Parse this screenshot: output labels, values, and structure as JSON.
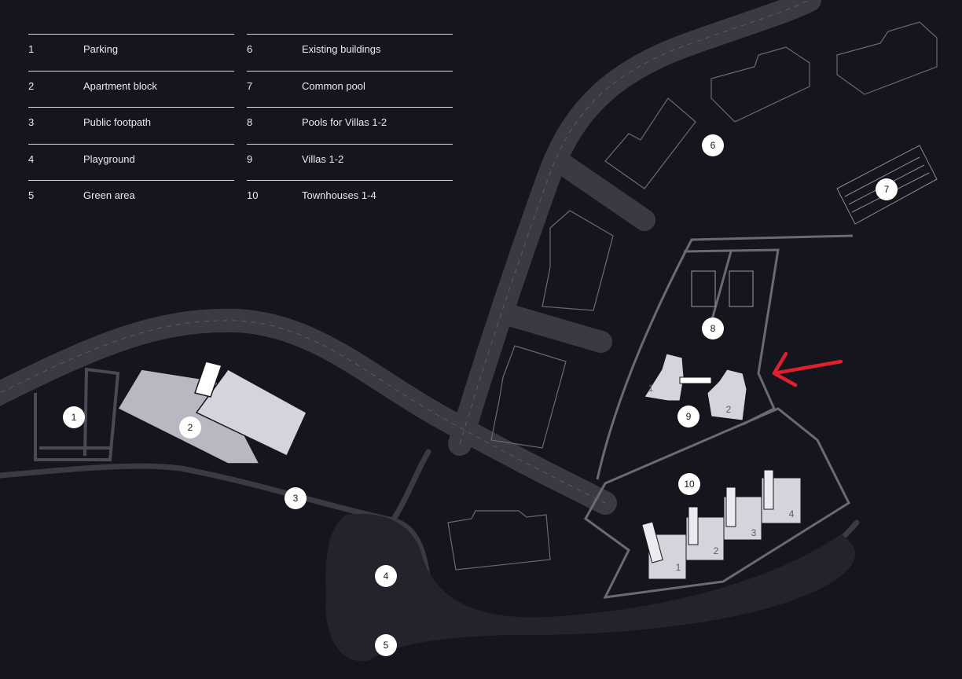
{
  "legend": [
    {
      "num": "1",
      "label": "Parking"
    },
    {
      "num": "2",
      "label": "Apartment block"
    },
    {
      "num": "3",
      "label": "Public footpath"
    },
    {
      "num": "4",
      "label": "Playground"
    },
    {
      "num": "5",
      "label": "Green area"
    },
    {
      "num": "6",
      "label": "Existing buildings"
    },
    {
      "num": "7",
      "label": "Common pool"
    },
    {
      "num": "8",
      "label": "Pools for Villas 1-2"
    },
    {
      "num": "9",
      "label": "Villas 1-2"
    },
    {
      "num": "10",
      "label": "Townhouses 1-4"
    }
  ],
  "markers": [
    "1",
    "2",
    "3",
    "4",
    "5",
    "6",
    "7",
    "8",
    "9",
    "10"
  ],
  "unit_labels": {
    "villa_1": "1",
    "villa_2": "2",
    "townhouse_1": "1",
    "townhouse_2": "2",
    "townhouse_3": "3",
    "townhouse_4": "4"
  },
  "colors": {
    "background": "#15151d",
    "road": "#3a3a44",
    "new_building": "#d4d4dc",
    "highlight_arrow": "#e0202a",
    "marker": "#ffffff"
  },
  "icons": {
    "arrow": "red-pointer-arrow-icon"
  }
}
